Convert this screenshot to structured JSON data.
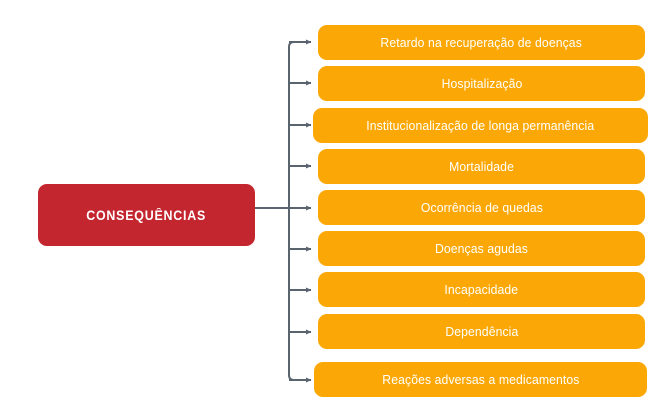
{
  "diagram": {
    "title_node": {
      "label": "CONSEQUÊNCIAS",
      "color": "#c3262e",
      "text_color": "#ffffff"
    },
    "branch_color": "#fba806",
    "branch_text_color": "#ffffff",
    "connector_color": "#5a646e",
    "background": "#ffffff",
    "items": [
      {
        "label": "Retardo na recuperação de doenças"
      },
      {
        "label": "Hospitalização"
      },
      {
        "label": "Institucionalização de longa permanência"
      },
      {
        "label": "Mortalidade"
      },
      {
        "label": "Ocorrência de quedas"
      },
      {
        "label": "Doenças agudas"
      },
      {
        "label": "Incapacidade"
      },
      {
        "label": "Dependência"
      },
      {
        "label": "Reações adversas a medicamentos"
      }
    ]
  }
}
